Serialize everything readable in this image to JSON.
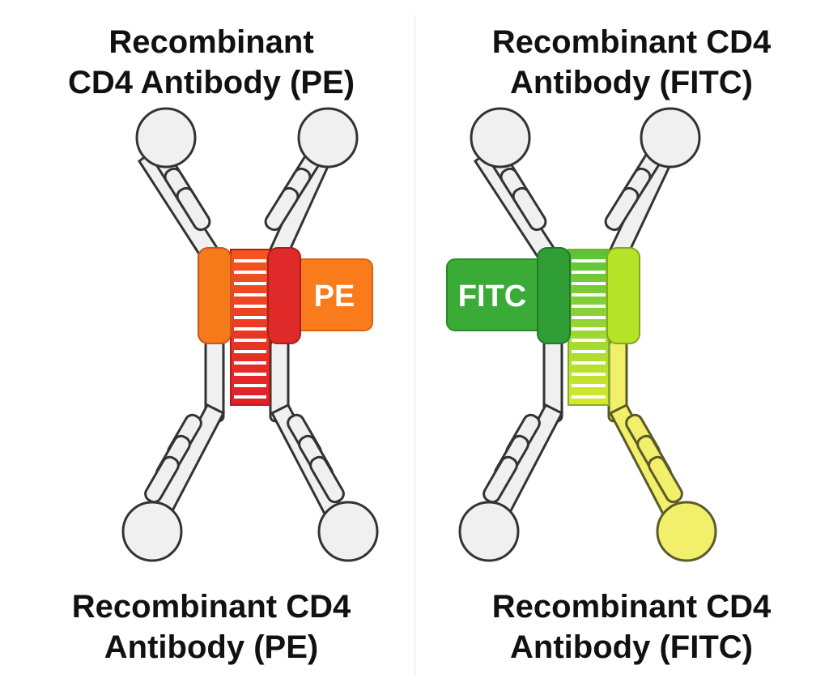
{
  "panels": [
    {
      "title_top": "Recombinant\nCD4 Antibody (PE)",
      "title_bottom": "Recombinant CD4\nAntibody (PE)",
      "tag": "PE",
      "colors": {
        "tag": "#f97b1c",
        "hinge_left": "#f57a1a",
        "hinge_right": "#e02a2a",
        "bridge": "#e53232"
      }
    },
    {
      "title_top": "Recombinant CD4\nAntibody (FITC)",
      "title_bottom": "Recombinant CD4\nAntibody (FITC)",
      "tag": "FITC",
      "colors": {
        "tag": "#3bab37",
        "hinge_left": "#2f9e34",
        "hinge_right": "#b6e227",
        "bridge": "#a8dc2a",
        "tail": "#f2ef6a"
      }
    }
  ]
}
